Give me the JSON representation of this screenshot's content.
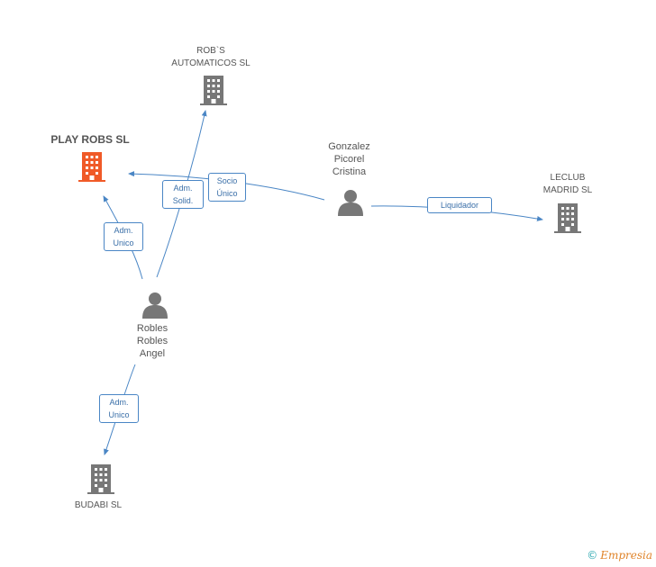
{
  "nodes": {
    "robs_automaticos": {
      "line1": "ROB`S",
      "line2": "AUTOMATICOS SL"
    },
    "play_robs": {
      "label": "PLAY ROBS SL"
    },
    "gonzalez": {
      "line1": "Gonzalez",
      "line2": "Picorel",
      "line3": "Cristina"
    },
    "leclub": {
      "line1": "LECLUB",
      "line2": "MADRID SL"
    },
    "robles": {
      "line1": "Robles",
      "line2": "Robles",
      "line3": "Angel"
    },
    "budabi": {
      "label": "BUDABI SL"
    }
  },
  "edges": {
    "socio_unico": {
      "line1": "Socio",
      "line2": "Único"
    },
    "adm_solid": {
      "line1": "Adm.",
      "line2": "Solid."
    },
    "adm_unico_1": {
      "line1": "Adm.",
      "line2": "Unico"
    },
    "adm_unico_2": {
      "line1": "Adm.",
      "line2": "Unico"
    },
    "liquidador": {
      "label": "Liquidador"
    }
  },
  "footer": {
    "copyright": "©",
    "brand": "Empresia"
  },
  "colors": {
    "main_company": "#f05a28",
    "company": "#777777",
    "person": "#777777",
    "edge": "#4a86c5"
  }
}
